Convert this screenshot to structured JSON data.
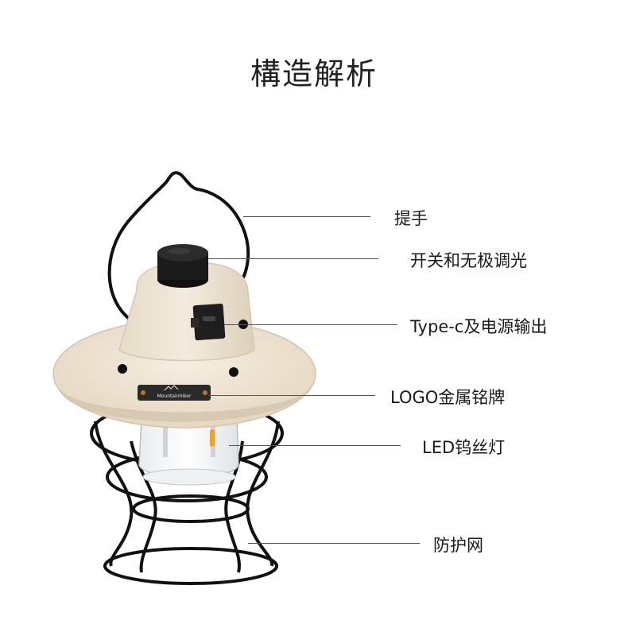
{
  "title": "構造解析",
  "callouts": [
    {
      "id": "handle",
      "label": "提手"
    },
    {
      "id": "knob",
      "label": "开关和无极调光"
    },
    {
      "id": "typec",
      "label": "Type-c及电源输出"
    },
    {
      "id": "logo",
      "label": "LOGO金属铭牌"
    },
    {
      "id": "filament",
      "label": "LED钨丝灯"
    },
    {
      "id": "guard",
      "label": "防护网"
    }
  ],
  "nameplate_text": "Mountainhiker",
  "colors": {
    "body": "#efe4d2",
    "body_shade": "#d9ccb6",
    "wire": "#111111",
    "knob": "#1b1b1b",
    "plate": "#2a2a2a",
    "glow": "#f3a21c"
  }
}
